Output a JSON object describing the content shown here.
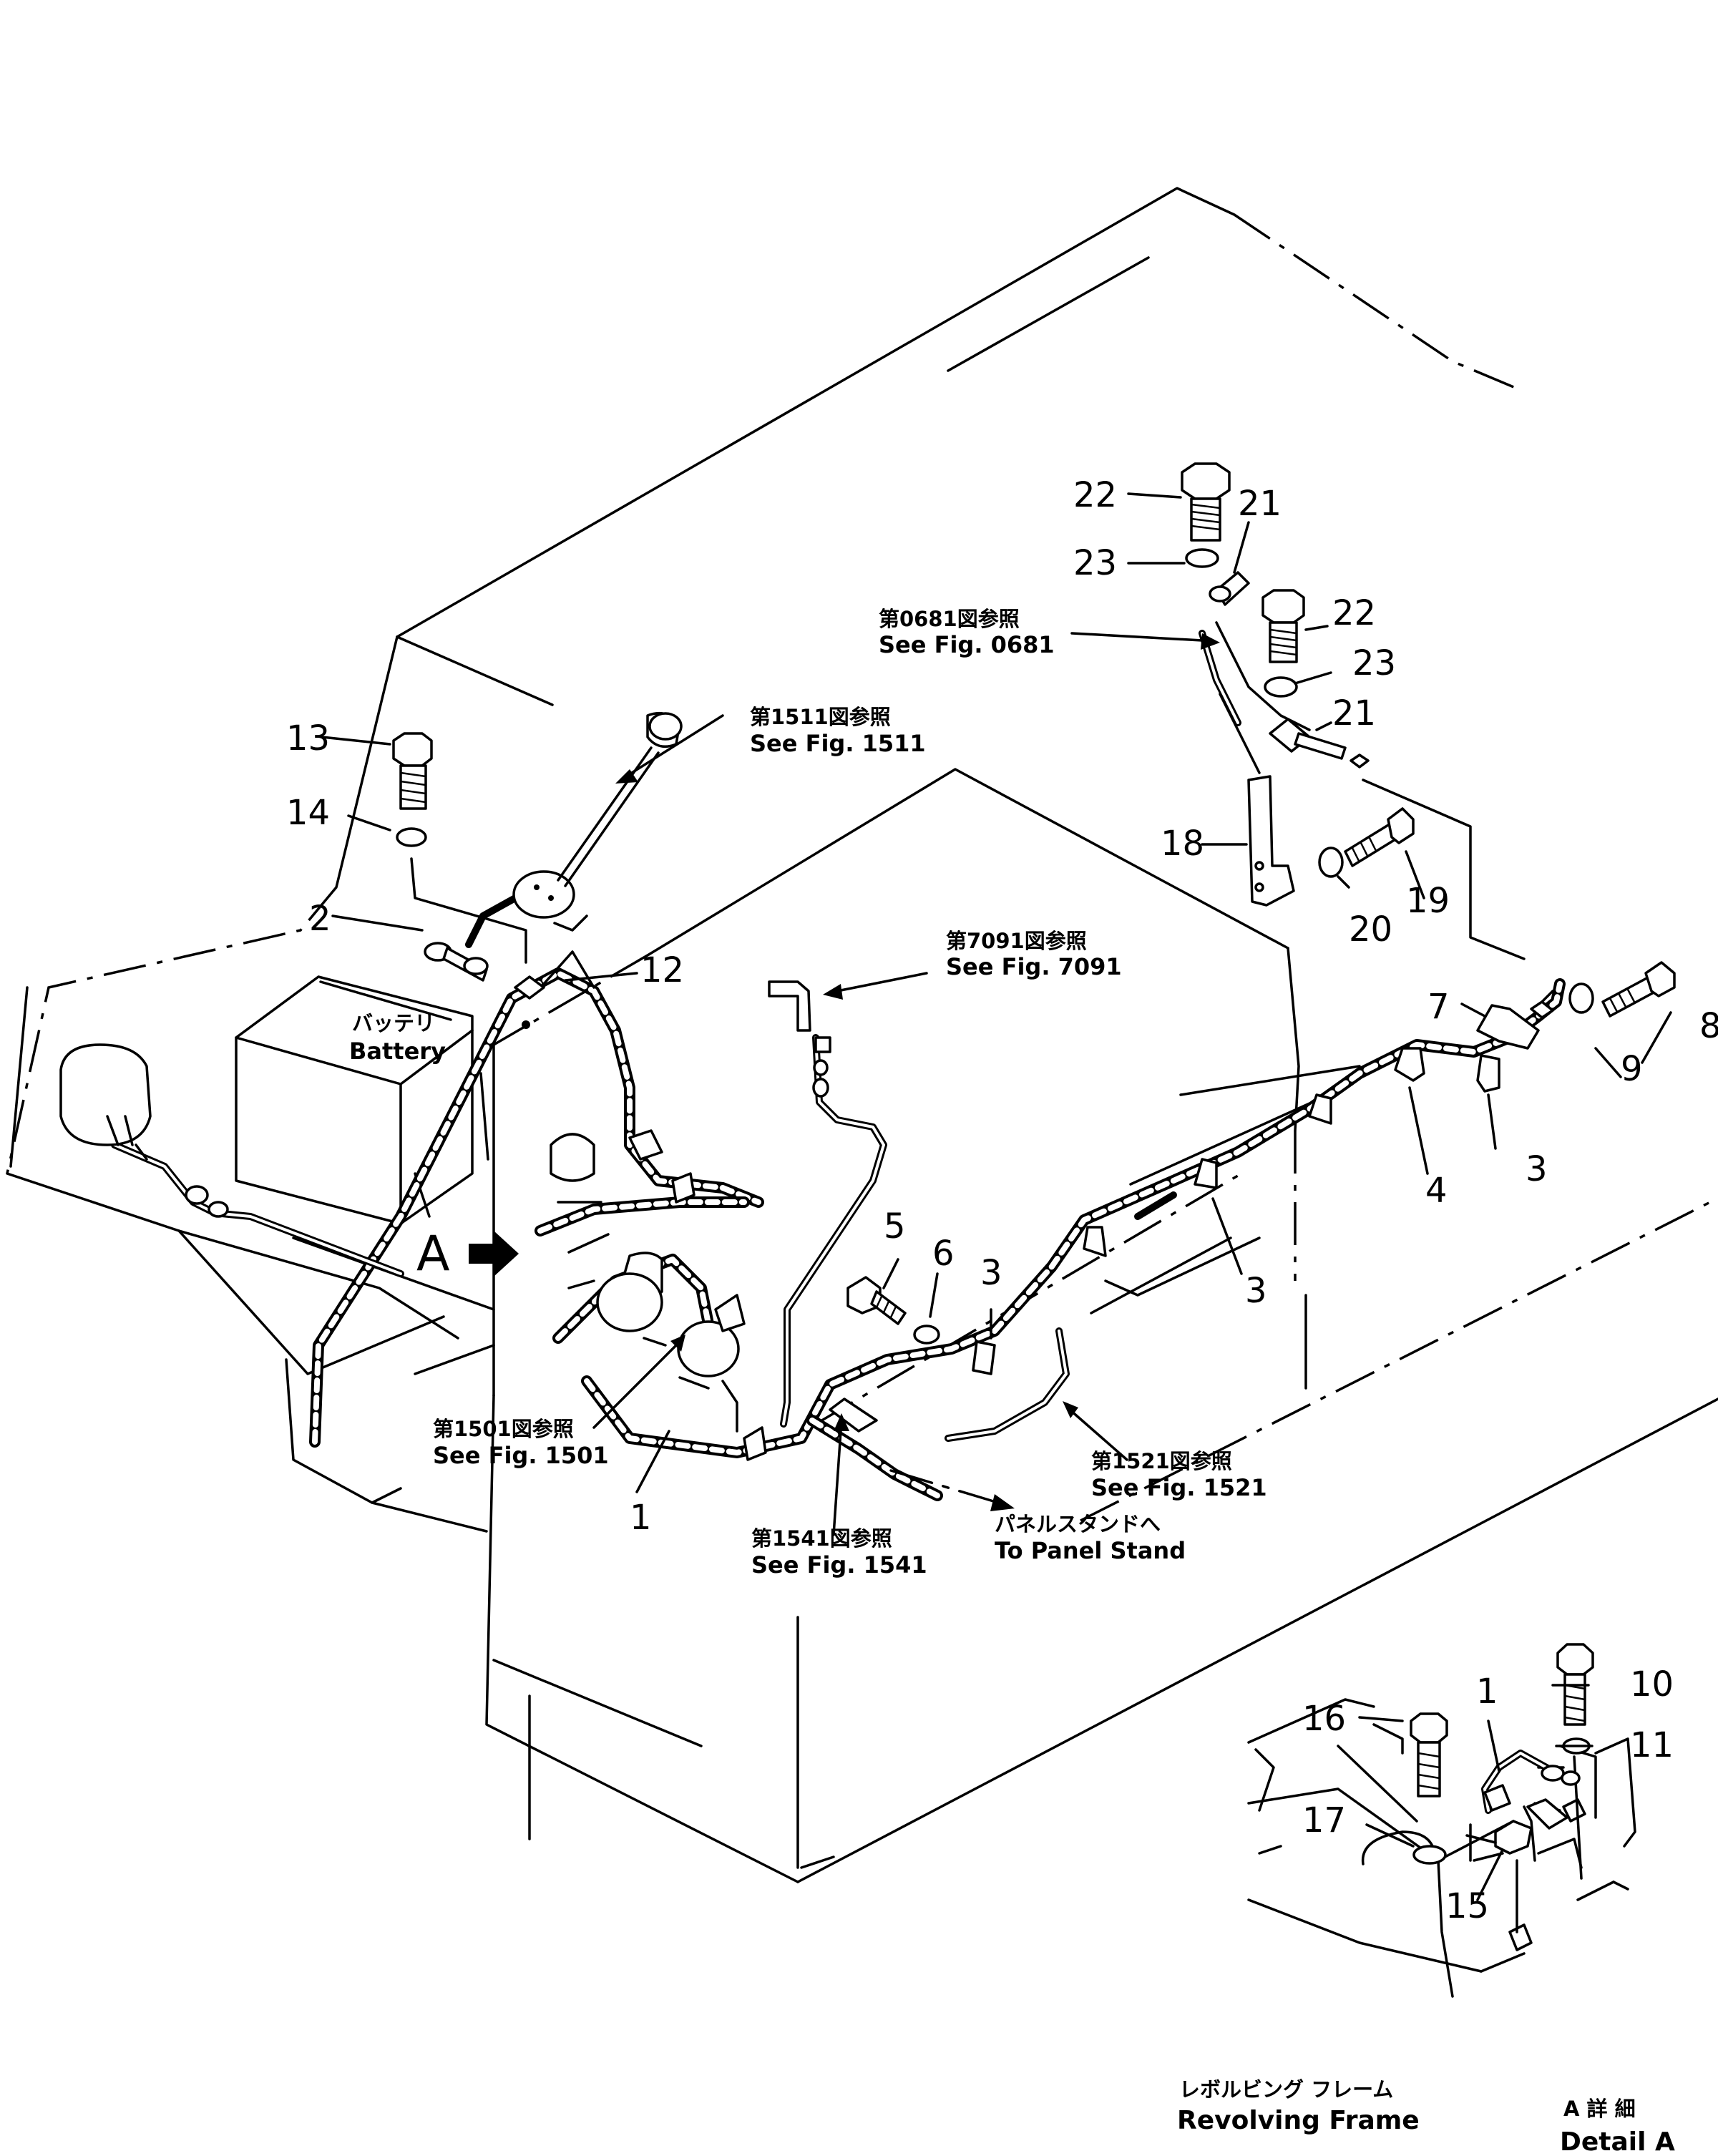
{
  "callouts": {
    "c1": "1",
    "c2": "2",
    "c3a": "3",
    "c3b": "3",
    "c3c": "3",
    "c4": "4",
    "c5": "5",
    "c6": "6",
    "c7": "7",
    "c8": "8",
    "c9": "9",
    "c10": "10",
    "c11": "11",
    "c12": "12",
    "c13": "13",
    "c14": "14",
    "c15": "15",
    "c16": "16",
    "c17": "17",
    "c18": "18",
    "c19": "19",
    "c20": "20",
    "c21a": "21",
    "c21b": "21",
    "c22a": "22",
    "c22b": "22",
    "c23a": "23",
    "c23b": "23",
    "c1d": "1"
  },
  "refs": {
    "fig0681": {
      "jp": "第0681図参照",
      "en": "See Fig. 0681"
    },
    "fig1511": {
      "jp": "第1511図参照",
      "en": "See Fig. 1511"
    },
    "fig7091": {
      "jp": "第7091図参照",
      "en": "See Fig. 7091"
    },
    "fig1501": {
      "jp": "第1501図参照",
      "en": "See Fig. 1501"
    },
    "fig1521": {
      "jp": "第1521図参照",
      "en": "See Fig. 1521"
    },
    "fig1541": {
      "jp": "第1541図参照",
      "en": "See Fig. 1541"
    }
  },
  "labels": {
    "battery_jp": "バッテリ",
    "battery_en": "Battery",
    "panel_jp": "パネルスタンドへ",
    "panel_en": "To Panel Stand",
    "frame_jp": "レボルビング フレーム",
    "frame_en": "Revolving Frame",
    "detail_jp": "A 詳 細",
    "detail_en": "Detail A",
    "view_a": "A"
  }
}
